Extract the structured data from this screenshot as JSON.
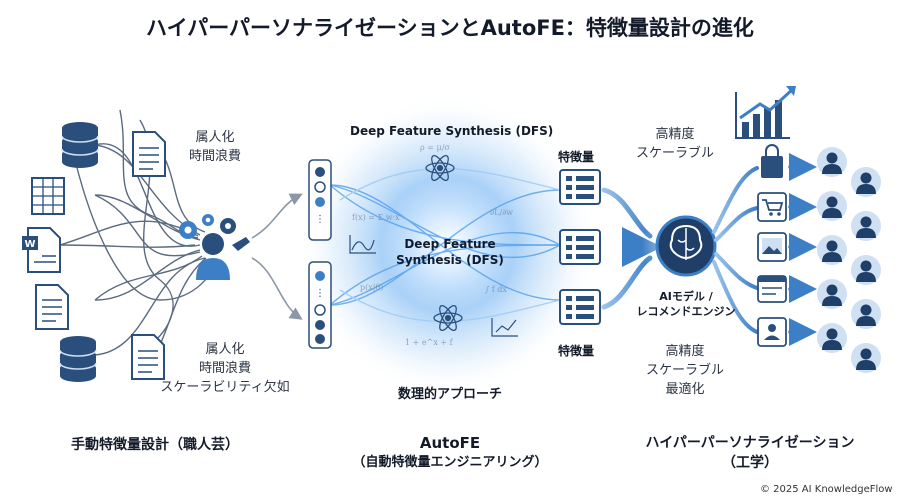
{
  "title": "ハイパーパーソナライゼーションとAutoFE：特徴量設計の進化",
  "left": {
    "top_note": [
      "属人化",
      "時間浪費"
    ],
    "bottom_note": [
      "属人化",
      "時間浪費",
      "スケーラビリティ欠如"
    ],
    "caption": "手動特徴量設計（職人芸）",
    "icons": [
      "database-icon",
      "document-icon",
      "spreadsheet-icon",
      "word-document-icon",
      "document-icon",
      "database-icon",
      "document-icon",
      "engineer-icon",
      "gear-icon"
    ]
  },
  "center": {
    "top_label": "Deep Feature Synthesis (DFS)",
    "core_label": [
      "Deep Feature",
      "Synthesis (DFS)"
    ],
    "bottom_label": "数理的アプローチ",
    "caption": [
      "AutoFE",
      "（自動特徴量エンジニアリング）"
    ],
    "feature_labels": [
      "特徴量",
      "特徴量"
    ]
  },
  "right": {
    "top_note": [
      "高精度",
      "スケーラブル"
    ],
    "bottom_note": [
      "高精度",
      "スケーラブル",
      "最適化"
    ],
    "ai_label": [
      "AIモデル /",
      "レコメンドエンジン"
    ],
    "caption": [
      "ハイパーパーソナライゼーション",
      "（工学）"
    ],
    "content_icons": [
      "shopping-bag-icon",
      "cart-icon",
      "image-icon",
      "web-page-icon",
      "profile-card-icon"
    ],
    "person_count": 10
  },
  "copyright": "© 2025 AI KnowledgeFlow",
  "colors": {
    "navy": "#2b4f7d",
    "accent": "#3d7fc7",
    "light": "#cfe0f3",
    "glow": "#8ec2f5"
  }
}
